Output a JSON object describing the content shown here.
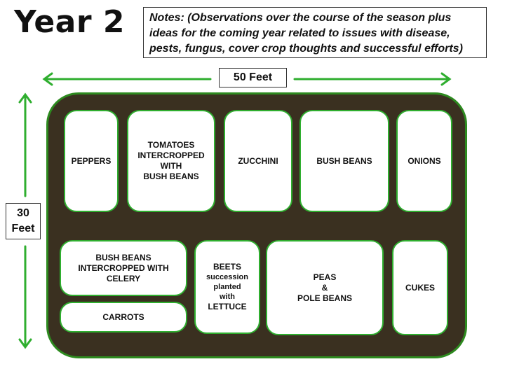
{
  "title": "Year 2",
  "notes": "Notes: (Observations over the course of the season plus ideas for the coming year related to issues with disease, pests, fungus, cover crop thoughts and successful efforts)",
  "dimensions": {
    "width_label": "50 Feet",
    "height_label": "30\nFeet"
  },
  "colors": {
    "soil": "#3a3020",
    "bed_border": "#2fae2f",
    "arrow": "#2fae2f"
  },
  "beds": {
    "peppers": "PEPPERS",
    "tomatoes": "TOMATOES\nINTERCROPPED\nWITH\nBUSH BEANS",
    "zucchini": "ZUCCHINI",
    "bush_beans": "BUSH BEANS",
    "onions": "ONIONS",
    "bush_beans_celery": "BUSH BEANS\nINTERCROPPED WITH\nCELERY",
    "carrots": "CARROTS",
    "beets_title": "BEETS",
    "beets_sub": "succession\nplanted\nwith",
    "beets_lettuce": "LETTUCE",
    "peas": "PEAS\n&\nPOLE BEANS",
    "cukes": "CUKES"
  }
}
